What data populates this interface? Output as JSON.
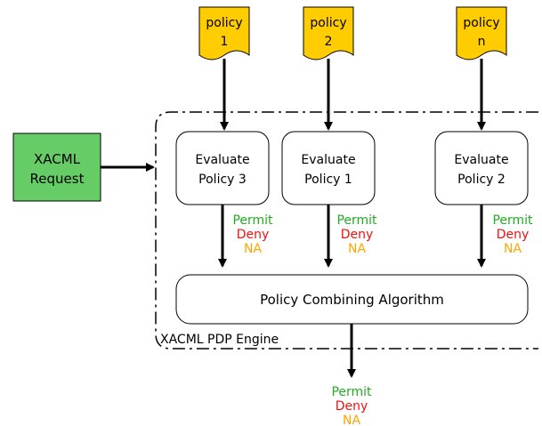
{
  "colors": {
    "policy_fill": "#ffcc00",
    "request_fill": "#66cc66",
    "permit": "#22aa22",
    "deny": "#ee1111",
    "na": "#ffa500",
    "stroke": "#000000"
  },
  "policies": [
    {
      "line1": "policy",
      "line2": "1"
    },
    {
      "line1": "policy",
      "line2": "2"
    },
    {
      "line1": "policy",
      "line2": "n"
    }
  ],
  "request": {
    "line1": "XACML",
    "line2": "Request"
  },
  "evaluators": [
    {
      "line1": "Evaluate",
      "line2": "Policy 3"
    },
    {
      "line1": "Evaluate",
      "line2": "Policy 1"
    },
    {
      "line1": "Evaluate",
      "line2": "Policy 2"
    }
  ],
  "decisions": {
    "permit": "Permit",
    "deny": "Deny",
    "na": "NA"
  },
  "combiner": {
    "label": "Policy Combining Algorithm"
  },
  "engine": {
    "label": "XACML PDP Engine"
  }
}
